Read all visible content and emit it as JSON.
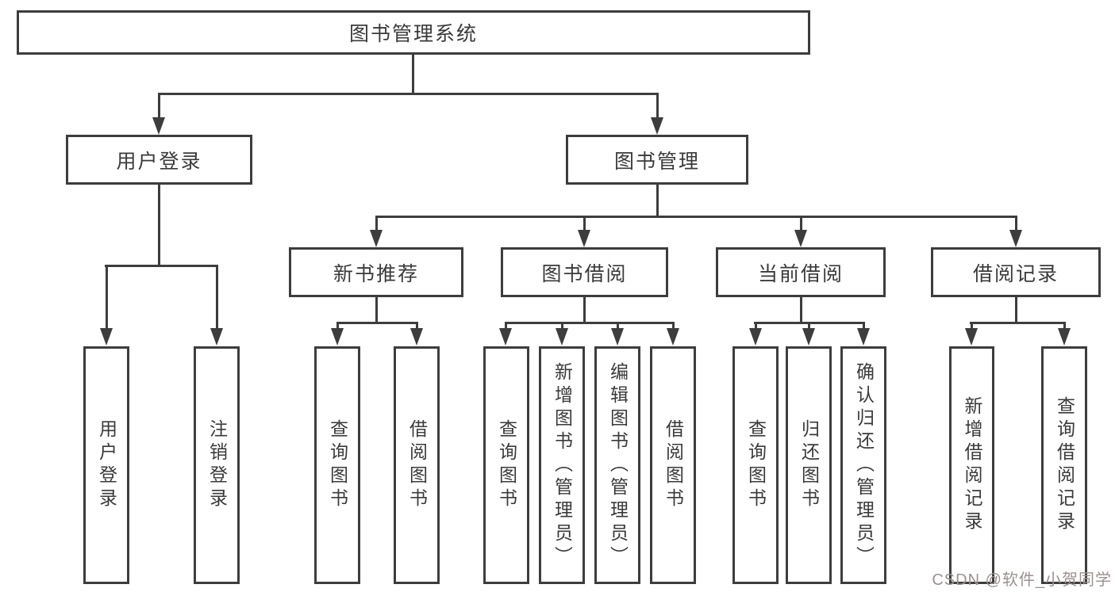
{
  "diagram": {
    "title": "图书管理系统",
    "branches": [
      {
        "label": "用户登录",
        "leaves": [
          "用户登录",
          "注销登录"
        ]
      },
      {
        "label": "图书管理",
        "sections": [
          {
            "label": "新书推荐",
            "leaves": [
              "查询图书",
              "借阅图书"
            ]
          },
          {
            "label": "图书借阅",
            "leaves": [
              "查询图书",
              "新增图书（管理员）",
              "编辑图书（管理员）",
              "借阅图书"
            ]
          },
          {
            "label": "当前借阅",
            "leaves": [
              "查询图书",
              "归还图书",
              "确认归还（管理员）"
            ]
          },
          {
            "label": "借阅记录",
            "leaves": [
              "新增借阅记录",
              "查询借阅记录"
            ]
          }
        ]
      }
    ]
  },
  "watermark": {
    "text": "CSDN @软件_小贺同学"
  },
  "colors": {
    "line": "#3d3d3d",
    "text": "#3a3a3a",
    "background": "#ffffff",
    "watermark": "#9a9190"
  }
}
